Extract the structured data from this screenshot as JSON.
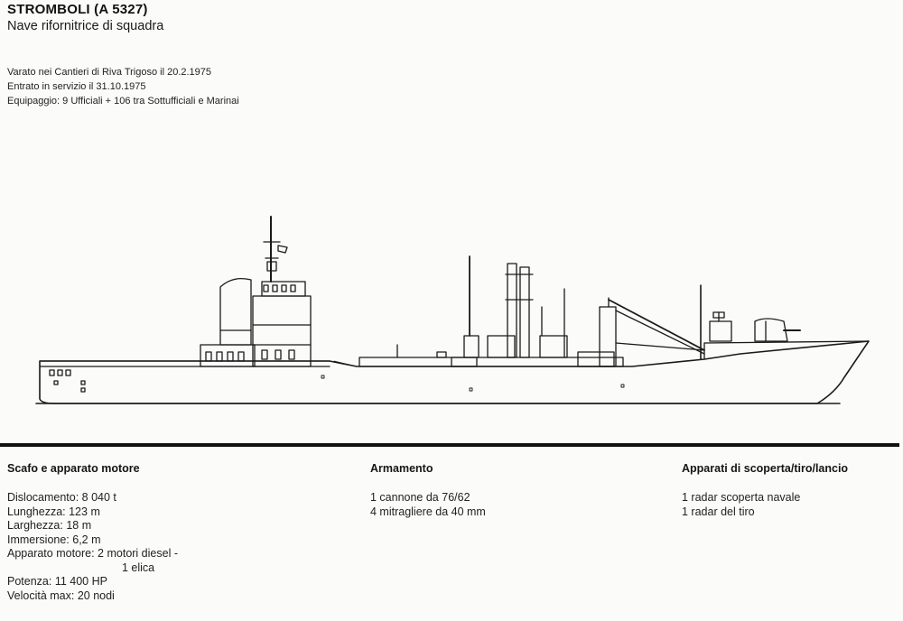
{
  "header": {
    "title": "STROMBOLI (A 5327)",
    "subtitle": "Nave rifornitrice di squadra"
  },
  "info": [
    "Varato nei Cantieri di Riva Trigoso il 20.2.1975",
    "Entrato in servizio il 31.10.1975",
    "Equipaggio: 9 Ufficiali + 106 tra Sottufficiali e Marinai"
  ],
  "specs": {
    "hull": {
      "heading": "Scafo e apparato motore",
      "lines": [
        "Dislocamento: 8 040 t",
        "Lunghezza: 123 m",
        "Larghezza: 18 m",
        "Immersione: 6,2 m",
        "Apparato motore: 2 motori diesel -",
        "1 elica",
        "Potenza: 11 400 HP",
        "Velocità max: 20 nodi"
      ]
    },
    "armament": {
      "heading": "Armamento",
      "lines": [
        "1 cannone da 76/62",
        "4 mitragliere da 40 mm"
      ]
    },
    "sensors": {
      "heading": "Apparati di scoperta/tiro/lancio",
      "lines": [
        "1 radar scoperta navale",
        "1 radar del tiro"
      ]
    }
  },
  "colors": {
    "ink": "#1c1c1c",
    "paper": "#fbfbf9"
  }
}
